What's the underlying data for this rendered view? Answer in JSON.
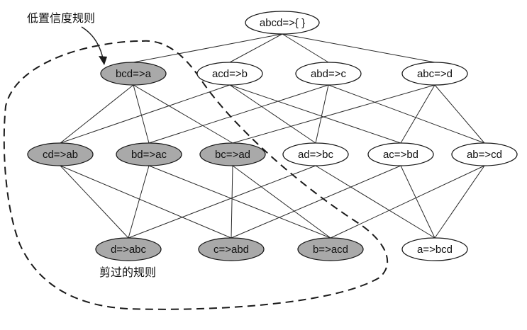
{
  "colors": {
    "pruned_fill": "#a9a9a9",
    "normal_fill": "#ffffff",
    "stroke": "#1a1a1a"
  },
  "annotations": {
    "low_confidence_rule": "低置信度规则",
    "pruned_rules": "剪过的规则"
  },
  "nodes": [
    {
      "id": "abcd",
      "label": "abcd=>{ }",
      "pruned": false
    },
    {
      "id": "bcd_a",
      "label": "bcd=>a",
      "pruned": true
    },
    {
      "id": "acd_b",
      "label": "acd=>b",
      "pruned": false
    },
    {
      "id": "abd_c",
      "label": "abd=>c",
      "pruned": false
    },
    {
      "id": "abc_d",
      "label": "abc=>d",
      "pruned": false
    },
    {
      "id": "cd_ab",
      "label": "cd=>ab",
      "pruned": true
    },
    {
      "id": "bd_ac",
      "label": "bd=>ac",
      "pruned": true
    },
    {
      "id": "bc_ad",
      "label": "bc=>ad",
      "pruned": true
    },
    {
      "id": "ad_bc",
      "label": "ad=>bc",
      "pruned": false
    },
    {
      "id": "ac_bd",
      "label": "ac=>bd",
      "pruned": false
    },
    {
      "id": "ab_cd",
      "label": "ab=>cd",
      "pruned": false
    },
    {
      "id": "d_abc",
      "label": "d=>abc",
      "pruned": true
    },
    {
      "id": "c_abd",
      "label": "c=>abd",
      "pruned": true
    },
    {
      "id": "b_acd",
      "label": "b=>acd",
      "pruned": true
    },
    {
      "id": "a_bcd",
      "label": "a=>bcd",
      "pruned": false
    }
  ],
  "edges": [
    [
      "abcd",
      "bcd_a"
    ],
    [
      "abcd",
      "acd_b"
    ],
    [
      "abcd",
      "abd_c"
    ],
    [
      "abcd",
      "abc_d"
    ],
    [
      "bcd_a",
      "cd_ab"
    ],
    [
      "bcd_a",
      "bd_ac"
    ],
    [
      "bcd_a",
      "bc_ad"
    ],
    [
      "acd_b",
      "cd_ab"
    ],
    [
      "acd_b",
      "ad_bc"
    ],
    [
      "acd_b",
      "ac_bd"
    ],
    [
      "abd_c",
      "bd_ac"
    ],
    [
      "abd_c",
      "ad_bc"
    ],
    [
      "abd_c",
      "ab_cd"
    ],
    [
      "abc_d",
      "bc_ad"
    ],
    [
      "abc_d",
      "ac_bd"
    ],
    [
      "abc_d",
      "ab_cd"
    ],
    [
      "cd_ab",
      "d_abc"
    ],
    [
      "cd_ab",
      "c_abd"
    ],
    [
      "bd_ac",
      "d_abc"
    ],
    [
      "bd_ac",
      "b_acd"
    ],
    [
      "bc_ad",
      "c_abd"
    ],
    [
      "bc_ad",
      "b_acd"
    ],
    [
      "ad_bc",
      "d_abc"
    ],
    [
      "ad_bc",
      "a_bcd"
    ],
    [
      "ac_bd",
      "c_abd"
    ],
    [
      "ac_bd",
      "a_bcd"
    ],
    [
      "ab_cd",
      "b_acd"
    ],
    [
      "ab_cd",
      "a_bcd"
    ]
  ]
}
